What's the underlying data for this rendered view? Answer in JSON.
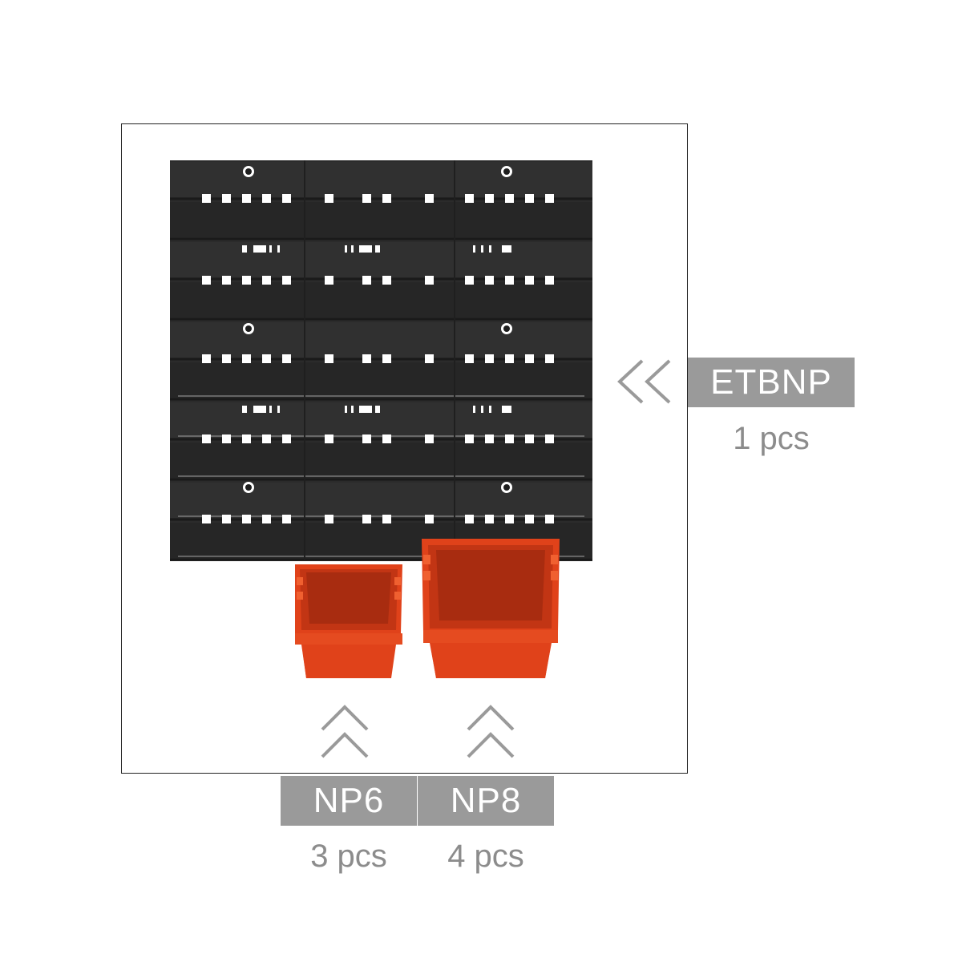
{
  "components": {
    "board": {
      "code": "ETBNP",
      "quantity": "1 pcs",
      "icon": "double-chevron-left-icon"
    },
    "bin_small": {
      "code": "NP6",
      "quantity": "3 pcs",
      "icon": "double-chevron-up-icon"
    },
    "bin_large": {
      "code": "NP8",
      "quantity": "4 pcs",
      "icon": "double-chevron-up-icon"
    }
  },
  "colors": {
    "panel": "#2c2c2c",
    "panel_rail": "#3a3a3a",
    "bin_orange": "#e0421a",
    "bin_dark": "#b83212",
    "label_bg": "#9a9a9a",
    "label_text": "#ffffff",
    "qty_text": "#8c8c8c",
    "arrow": "#9a9a9a"
  }
}
